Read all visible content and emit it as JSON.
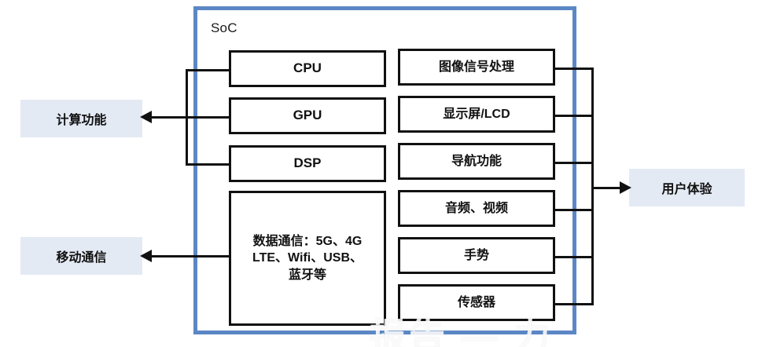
{
  "diagram": {
    "title": "SoC",
    "container_border_color": "#5B87C5",
    "block_border_color": "#111111",
    "tag_background_color": "#E4EAF4"
  },
  "soc": {
    "label": "SoC"
  },
  "compute_blocks": [
    {
      "label": "CPU"
    },
    {
      "label": "GPU"
    },
    {
      "label": "DSP"
    }
  ],
  "comm_block": {
    "line1": "数据通信：5G、4G",
    "line2": "LTE、Wifi、USB、",
    "line3": "蓝牙等"
  },
  "feature_blocks": [
    {
      "label": "图像信号处理"
    },
    {
      "label": "显示屏/LCD"
    },
    {
      "label": "导航功能"
    },
    {
      "label": "音频、视频"
    },
    {
      "label": "手势"
    },
    {
      "label": "传感器"
    }
  ],
  "tags": {
    "compute": "计算功能",
    "mobile": "移动通信",
    "experience": "用户体验"
  },
  "watermark": {
    "text": "报告 — 力"
  }
}
